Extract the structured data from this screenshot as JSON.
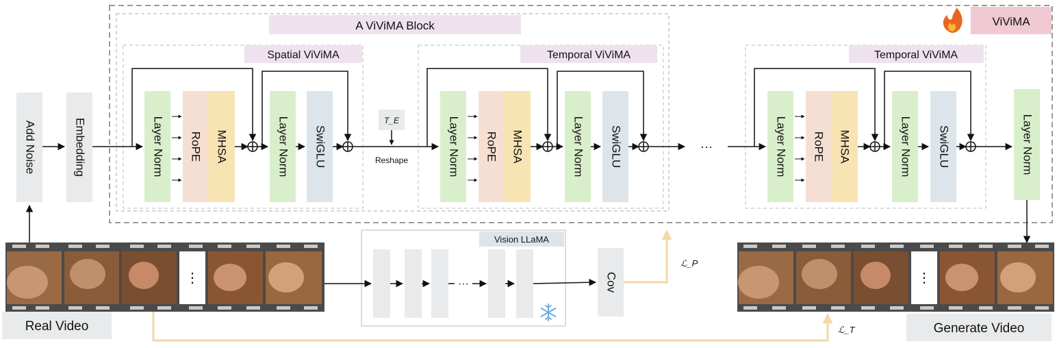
{
  "outer_label": "ViViMA",
  "block_title": "A ViViMA Block",
  "spatial_title": "Spatial ViViMA",
  "temporal1_title": "Temporal ViViMA",
  "temporal2_title": "Temporal ViViMA",
  "add_noise": "Add Noise",
  "embedding": "Embedding",
  "layer_norm": "Layer Norm",
  "rope": "RoPE",
  "mhsa": "MHSA",
  "swiglu": "SwiGLU",
  "te": "T_E",
  "reshape": "Reshape",
  "ellipsis": "···",
  "real_video": "Real Video",
  "generate_video": "Generate Video",
  "vision_llama": "Vision LLaMA",
  "cov": "Cov",
  "loss_p": "ℒ_P",
  "loss_t": "ℒ_T",
  "frame_ellipsis": "⋮",
  "colors": {
    "layer_norm": "#d9eecb",
    "rope": "#f5dfd3",
    "mhsa": "#f8e3b3",
    "swiglu": "#dde5ea",
    "gray_box": "#e8eaeb",
    "title_box": "#efe2ef",
    "vivima_box": "#f0c9d2",
    "loss_arrow": "#f3d7a6"
  },
  "icons": {
    "flame": "flame-icon",
    "snowflake": "snowflake-icon"
  }
}
